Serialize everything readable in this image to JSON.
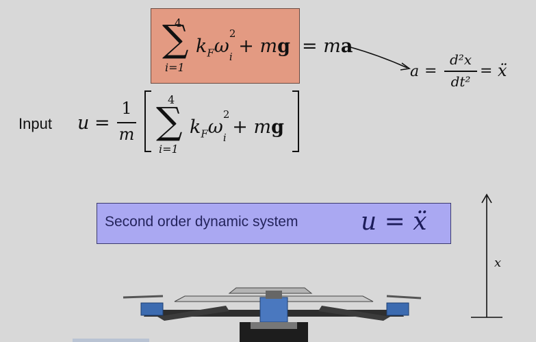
{
  "top_equation": {
    "sum_upper": "4",
    "sum_lower": "i=1",
    "k_symbol": "k",
    "k_sub": "F",
    "omega": "ω",
    "omega_sup": "2",
    "omega_sub": "i",
    "plus": "+",
    "m": "m",
    "g": "g",
    "equals": "=",
    "rhs_m": "m",
    "rhs_a": "a"
  },
  "accel_equation": {
    "a": "a",
    "eq1": "=",
    "num": "d²x",
    "den": "dt²",
    "eq2": "=",
    "xddot": "ẍ"
  },
  "input_equation": {
    "label": "Input",
    "u": "u",
    "equals": "=",
    "frac_num": "1",
    "frac_den": "m",
    "sum_upper": "4",
    "sum_lower": "i=1",
    "k_symbol": "k",
    "k_sub": "F",
    "omega": "ω",
    "omega_sup": "2",
    "omega_sub": "i",
    "plus": "+",
    "m": "m",
    "g": "g"
  },
  "system_box": {
    "label": "Second order dynamic system",
    "equation": "u = ẍ",
    "fill": "#aaa8f2"
  },
  "axis": {
    "label": "x"
  },
  "colors": {
    "highlight": "#e39a82",
    "system_box": "#aaa8f2",
    "background": "#d8d8d8"
  }
}
